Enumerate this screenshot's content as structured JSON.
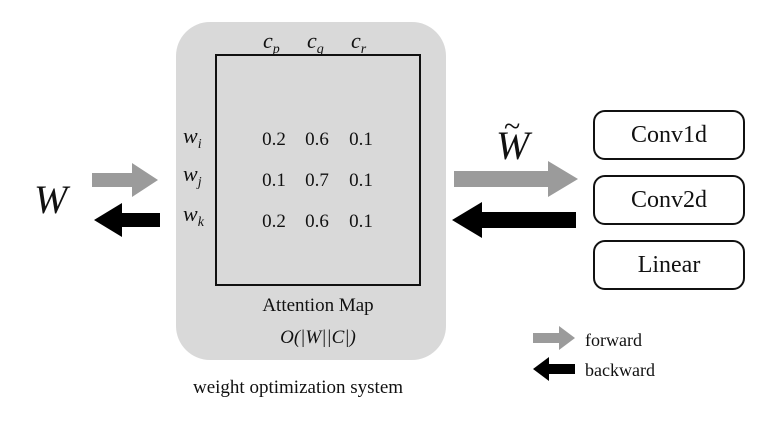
{
  "weight_symbol": "W",
  "transformed_symbol": "W",
  "columns": [
    {
      "base": "c",
      "sub": "p"
    },
    {
      "base": "c",
      "sub": "q"
    },
    {
      "base": "c",
      "sub": "r"
    }
  ],
  "rows": [
    {
      "base": "w",
      "sub": "i",
      "values": [
        "0.2",
        "0.6",
        "0.1"
      ]
    },
    {
      "base": "w",
      "sub": "j",
      "values": [
        "0.1",
        "0.7",
        "0.1"
      ]
    },
    {
      "base": "w",
      "sub": "k",
      "values": [
        "0.2",
        "0.6",
        "0.1"
      ]
    }
  ],
  "matrix_caption": "Attention Map",
  "complexity": "O(|W||C|)",
  "system_label": "weight optimization system",
  "modules": [
    "Conv1d",
    "Conv2d",
    "Linear"
  ],
  "legend": {
    "forward": "forward",
    "backward": "backward"
  },
  "colors": {
    "forward_arrow": "#9b9b9b",
    "backward_arrow": "#000000",
    "panel": "#d9d9d9"
  }
}
